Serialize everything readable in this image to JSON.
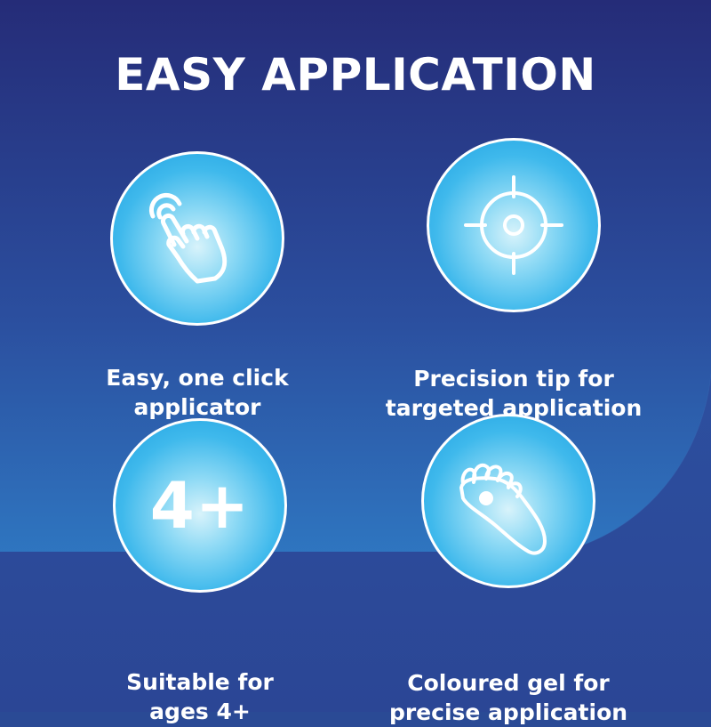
{
  "page": {
    "title": "EASY APPLICATION"
  },
  "colors": {
    "background_dark": "#26307a",
    "background_mid": "#2c55a5",
    "background_light": "#2f7ec8",
    "circle_edge": "#1d9fe0",
    "circle_center": "#d8f3fb",
    "text": "#ffffff"
  },
  "features": [
    {
      "icon": "tap-hand-icon",
      "label_line1": "Easy, one click",
      "label_line2": "applicator"
    },
    {
      "icon": "crosshair-target-icon",
      "label_line1": "Precision tip for",
      "label_line2": "targeted application"
    },
    {
      "icon": "age-badge-icon",
      "badge_text": "4+",
      "label_line1": "Suitable for",
      "label_line2": "ages 4+"
    },
    {
      "icon": "foot-icon",
      "label_line1": "Coloured gel for",
      "label_line2": "precise application"
    }
  ]
}
